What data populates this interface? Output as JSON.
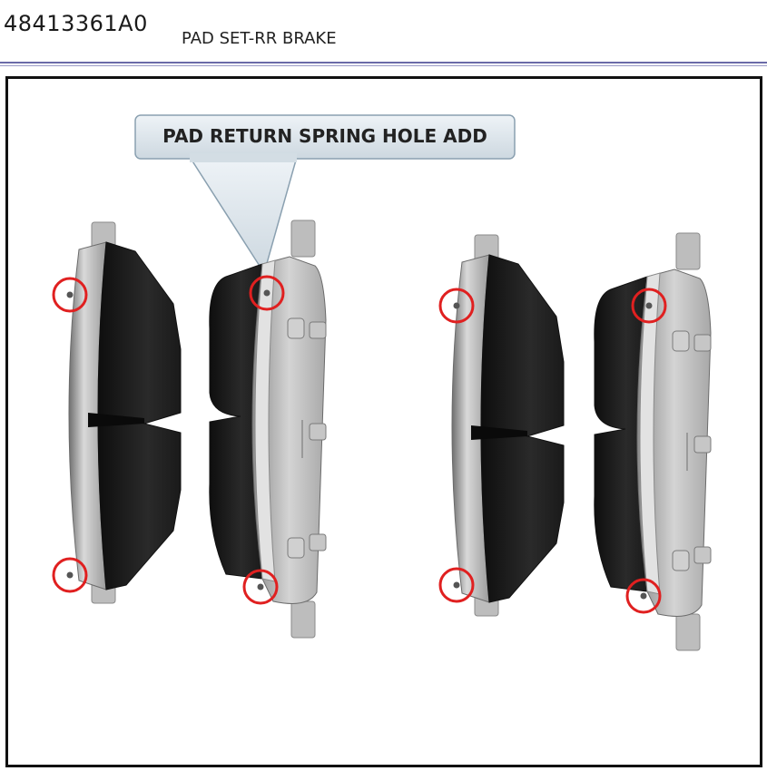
{
  "header": {
    "part_number": "48413361A0",
    "part_name": "PAD SET-RR BRAKE"
  },
  "figure": {
    "callout": "PAD RETURN SPRING HOLE ADD",
    "highlight_color": "#e02020",
    "icons": [
      "brake-pad-inner-icon",
      "brake-pad-outer-icon"
    ]
  }
}
